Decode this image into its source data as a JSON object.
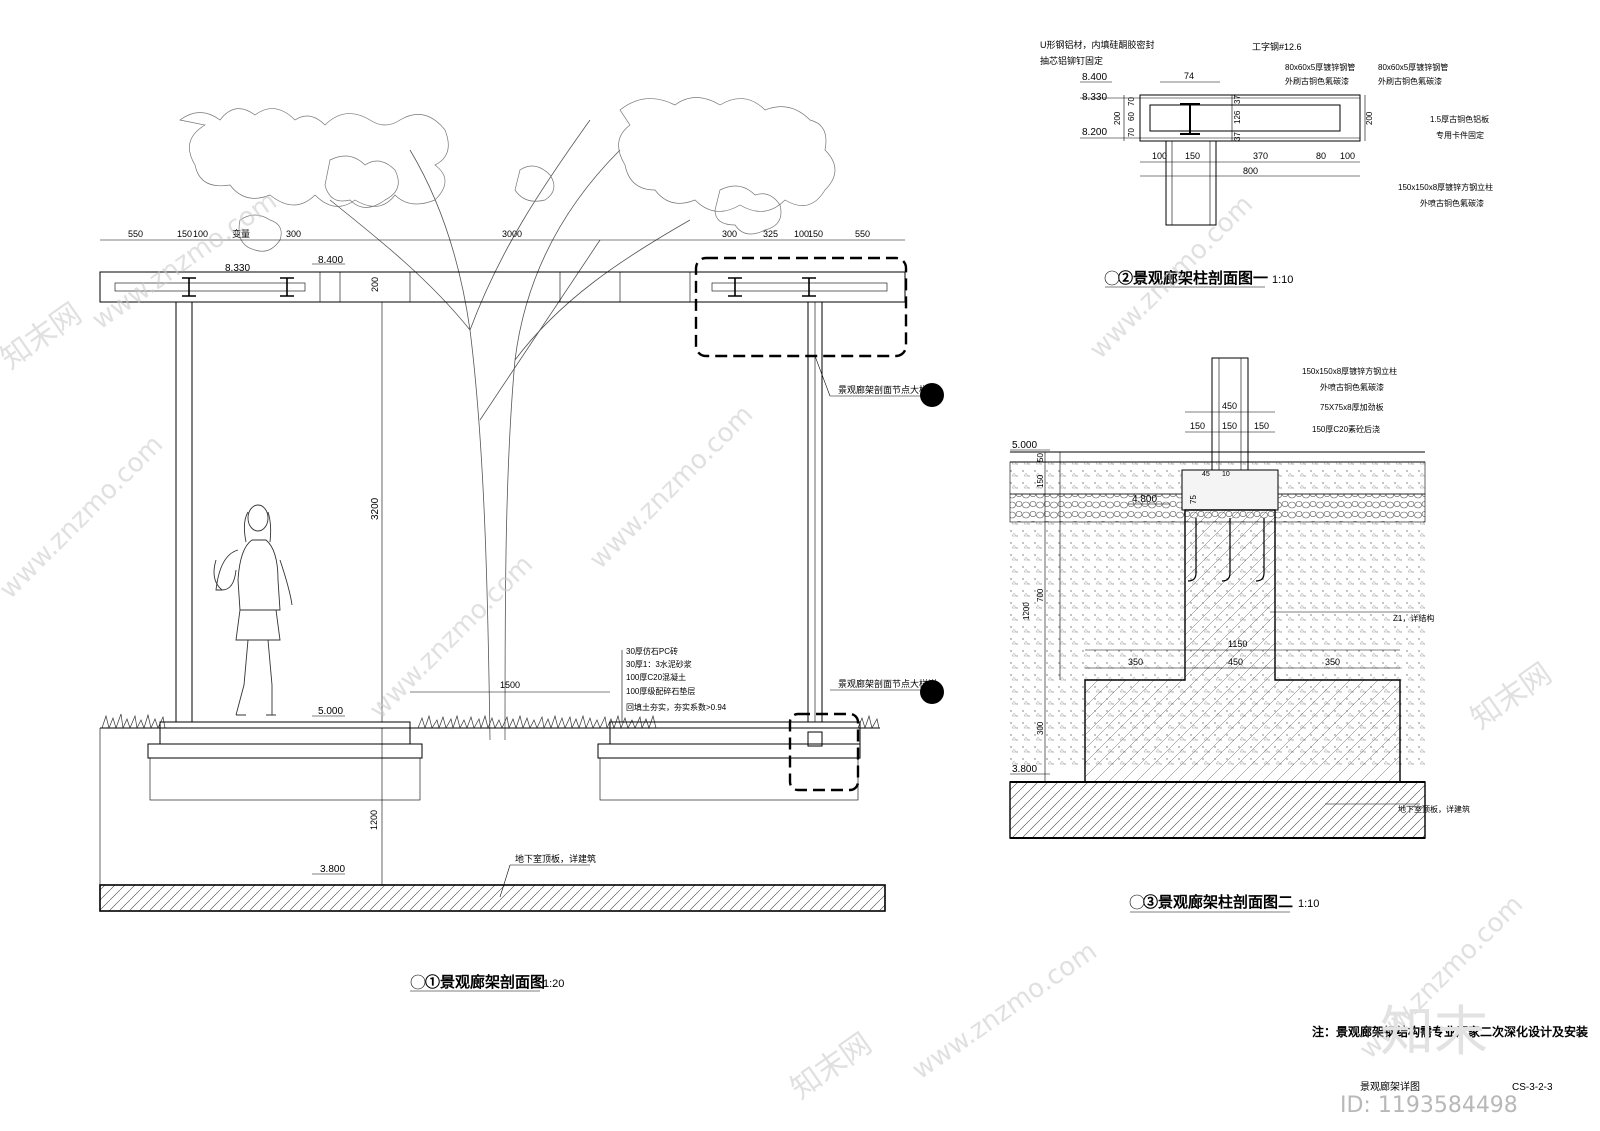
{
  "section1": {
    "title": "①景观廊架剖面图",
    "scale": "1:20",
    "dims_top": [
      "550",
      "150",
      "100",
      "变量",
      "300",
      "3000",
      "300",
      "325",
      "100",
      "150",
      "550"
    ],
    "elev_beam_a": "8.330",
    "elev_beam_b": "8.400",
    "dim_beam_h": "200",
    "dim_height": "3200",
    "dim_bed": "1500",
    "dim_depth": "1200",
    "elev_ground": "5.000",
    "elev_slab": "3.800",
    "slab_note": "地下室顶板，详建筑",
    "callout1": "景观廊架剖面节点大样详",
    "callout2": "景观廊架剖面节点大样详",
    "layers": [
      "30厚仿石PC砖",
      "30厚1：3水泥砂浆",
      "100厚C20混凝土",
      "100厚级配碎石垫层",
      "回填土夯实，夯实系数>0.94"
    ]
  },
  "section2": {
    "title": "②景观廊架柱剖面图一",
    "scale": "1:10",
    "note_u": "U形钢铝材，内填硅酮胶密封",
    "note_rivet": "抽芯铝铆钉固定",
    "note_ibeam": "工字钢#12.6",
    "note_tube1a": "80x60x5厚镀锌钢管",
    "note_tube1b": "外刷古铜色氟碳漆",
    "note_tube2a": "80x60x5厚镀锌钢管",
    "note_tube2b": "外刷古铜色氟碳漆",
    "note_plate_a": "1.5厚古铜色铝板",
    "note_plate_b": "专用卡件固定",
    "note_col_a": "150x150x8厚镀锌方钢立柱",
    "note_col_b": "外喷古铜色氟碳漆",
    "elev_a": "8.400",
    "elev_b": "8.330",
    "elev_c": "8.200",
    "dim_74": "74",
    "dims_left": [
      "70",
      "60",
      "70"
    ],
    "dim_200": "200",
    "dims_right": [
      "37",
      "126",
      "37"
    ],
    "dim_200r": "200",
    "dims_bottom": [
      "100",
      "150",
      "370",
      "80",
      "100"
    ],
    "dim_800": "800"
  },
  "section3": {
    "title": "③景观廊架柱剖面图二",
    "scale": "1:10",
    "note_col_a": "150x150x8厚镀锌方钢立柱",
    "note_col_b": "外喷古铜色氟碳漆",
    "note_stiff": "75X75x8厚加劲板",
    "note_conc": "150厚C20素砼后浇",
    "note_z1": "Z1，详结构",
    "note_slab": "地下室顶板，详建筑",
    "dim_450": "450",
    "dims_top": [
      "150",
      "150",
      "150"
    ],
    "dims_mid": [
      "350",
      "450",
      "350"
    ],
    "dim_1150": "1150",
    "elev_top": "5.000",
    "elev_mid": "4.800",
    "elev_bot": "3.800",
    "dims_vert": [
      "50",
      "150",
      "700",
      "1200",
      "300"
    ],
    "dim_75": "75",
    "dim_45": "45",
    "dim_10": "10"
  },
  "footer": {
    "note": "注：景观廊架钢结构需专业厂家二次深化设计及安装",
    "sheet_name": "景观廊架详图",
    "sheet_no": "CS-3-2-3",
    "watermark_id": "ID: 1193584498",
    "watermark_brand": "知末",
    "watermark_url": "www.znzmo.com",
    "watermark_cn": "知末网"
  }
}
